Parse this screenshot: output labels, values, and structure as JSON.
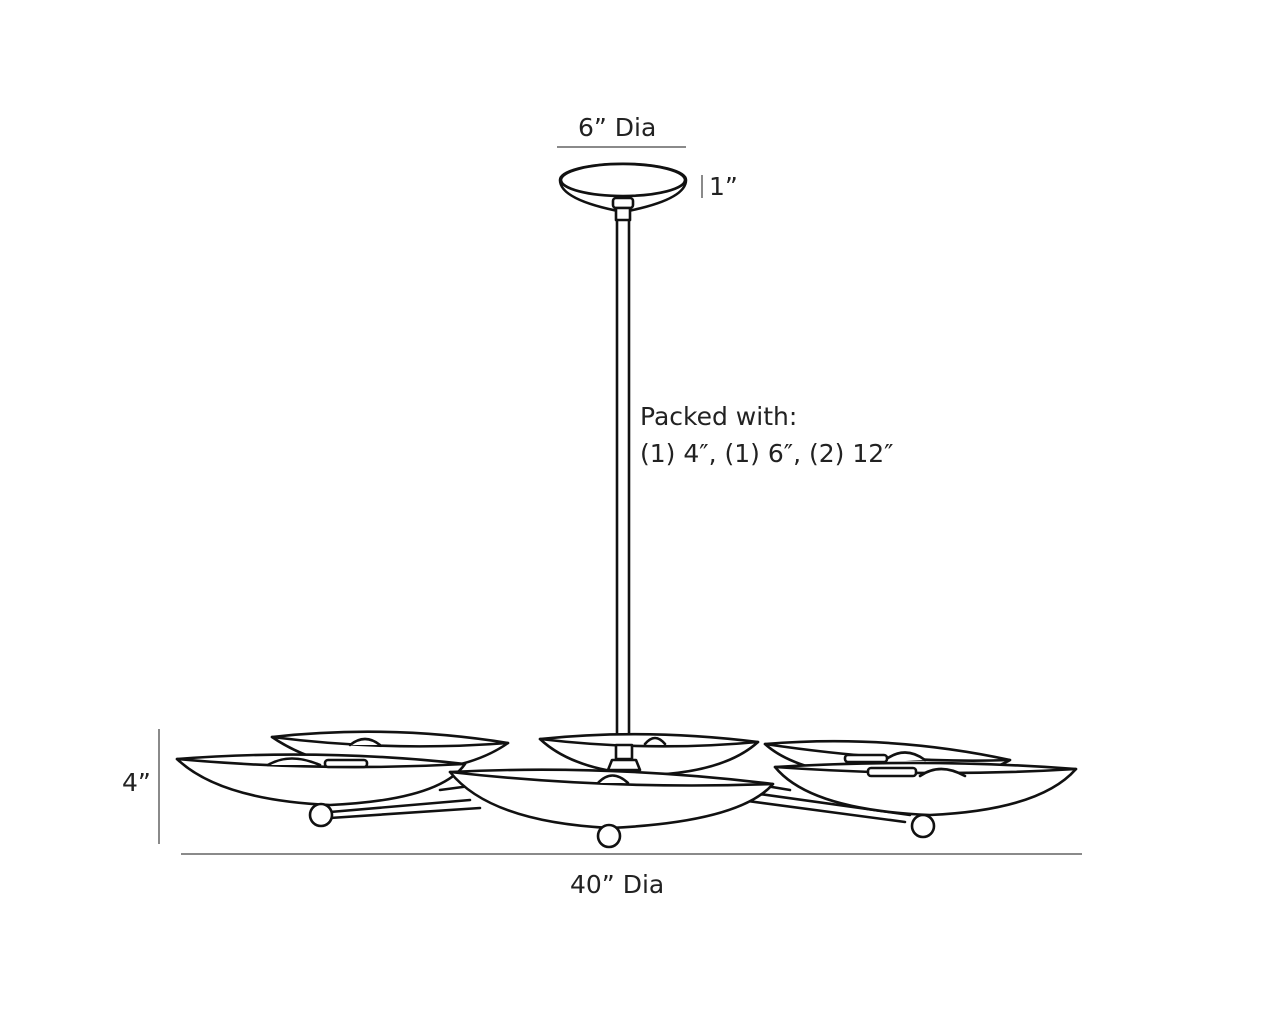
{
  "diagram": {
    "type": "product-dimension-drawing",
    "subject": "chandelier",
    "line_color": "#111111",
    "dimension_line_color": "#8a8a8a",
    "canopy": {
      "diameter_label": "6” Dia",
      "height_label": "1”"
    },
    "stem": {
      "note_line1": "Packed with:",
      "note_line2": "(1) 4″, (1) 6″, (2) 12″"
    },
    "fixture": {
      "height_label": "4”",
      "diameter_label": "40” Dia",
      "shade_count": 6
    }
  }
}
